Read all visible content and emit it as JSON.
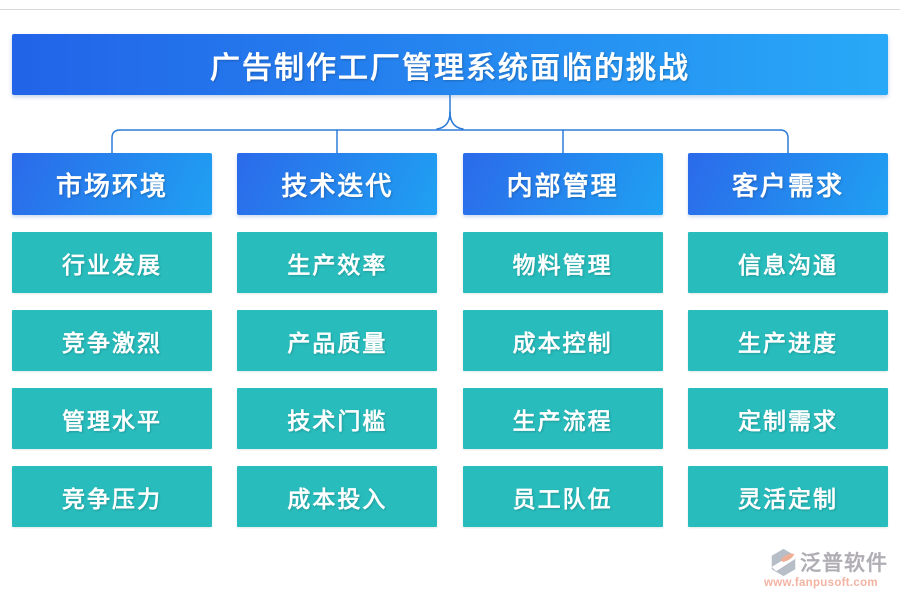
{
  "title": {
    "text": "广告制作工厂管理系统面临的挑战"
  },
  "columns": [
    {
      "header": "市场环境",
      "items": [
        "行业发展",
        "竞争激烈",
        "管理水平",
        "竞争压力"
      ]
    },
    {
      "header": "技术迭代",
      "items": [
        "生产效率",
        "产品质量",
        "技术门槛",
        "成本投入"
      ]
    },
    {
      "header": "内部管理",
      "items": [
        "物料管理",
        "成本控制",
        "生产流程",
        "员工队伍"
      ]
    },
    {
      "header": "客户需求",
      "items": [
        "信息沟通",
        "生产进度",
        "定制需求",
        "灵活定制"
      ]
    }
  ],
  "watermark": {
    "brand": "泛普软件",
    "url": "www.fanpusoft.com"
  },
  "colors": {
    "banner_gradient_start": "#2263e8",
    "banner_gradient_end": "#28a9f7",
    "header_gradient_start": "#2b6aea",
    "header_gradient_end": "#1fa1f2",
    "item_teal": "#28bcbc",
    "connector_blue": "#2e7cd9",
    "brand_text": "#a39fa8",
    "brand_url": "#f1a694"
  }
}
